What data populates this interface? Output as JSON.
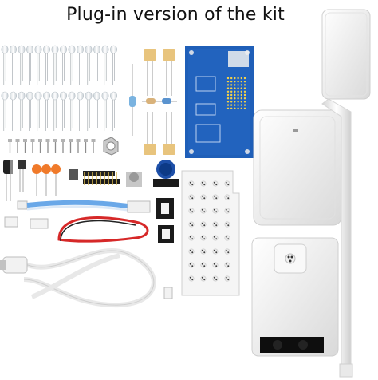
{
  "title": "Plug-in version of the kit",
  "colors": {
    "background": "#ffffff",
    "pcb_blue": "#1f5fb8",
    "led_body": "#e9ecef",
    "enclosure_white": "#f2f2f2",
    "resistor_tan": "#e6c27a",
    "capacitor_orange": "#f07a2a",
    "wire_red": "#d62828",
    "ribbon_blue": "#6aa8e8"
  },
  "components": [
    {
      "name": "LED array (clear 5mm LEDs)",
      "icon": "led-icon"
    },
    {
      "name": "Ceramic/film capacitors",
      "icon": "capacitor-icon"
    },
    {
      "name": "Resistors",
      "icon": "resistor-icon"
    },
    {
      "name": "Blue control PCB",
      "icon": "pcb-icon"
    },
    {
      "name": "Screws and nuts",
      "icon": "screw-icon"
    },
    {
      "name": "Electrolytic capacitor",
      "icon": "electrolytic-icon"
    },
    {
      "name": "Transistors",
      "icon": "transistor-icon"
    },
    {
      "name": "Pin headers",
      "icon": "header-icon"
    },
    {
      "name": "Potentiometer with blue knob",
      "icon": "knob-icon"
    },
    {
      "name": "IC socket (8-pin)",
      "icon": "socket-icon"
    },
    {
      "name": "LED panel PCB (white)",
      "icon": "panel-icon"
    },
    {
      "name": "Ribbon cable with connectors",
      "icon": "ribbon-icon"
    },
    {
      "name": "Red/black power wires",
      "icon": "wire-icon"
    },
    {
      "name": "USB cable (white)",
      "icon": "usb-icon"
    },
    {
      "name": "White enclosure lid",
      "icon": "enclosure-icon"
    },
    {
      "name": "Lamp head with pole",
      "icon": "lamp-icon"
    },
    {
      "name": "Base enclosure with sensor window",
      "icon": "base-icon"
    }
  ]
}
